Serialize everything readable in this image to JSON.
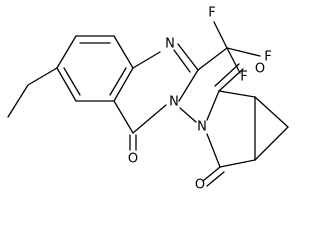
{
  "molecule": {
    "atoms": {
      "n_ring": "N",
      "n_amide": "N",
      "n_imide": "N",
      "o_quinazolinone": "O",
      "o_imide_top": "O",
      "o_imide_bottom": "O",
      "f_top": "F",
      "f_right": "F",
      "f_left": "F"
    },
    "line_color": "#000000"
  }
}
